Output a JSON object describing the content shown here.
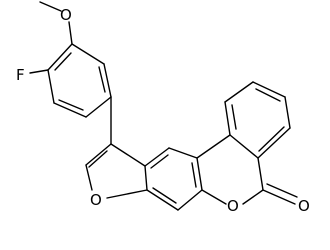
{
  "diagram": {
    "atom_labels": {
      "methoxy_oxygen": "O",
      "fluorine": "F",
      "furan_oxygen": "O",
      "lactone_ring_oxygen": "O",
      "carbonyl_oxygen": "O"
    }
  }
}
